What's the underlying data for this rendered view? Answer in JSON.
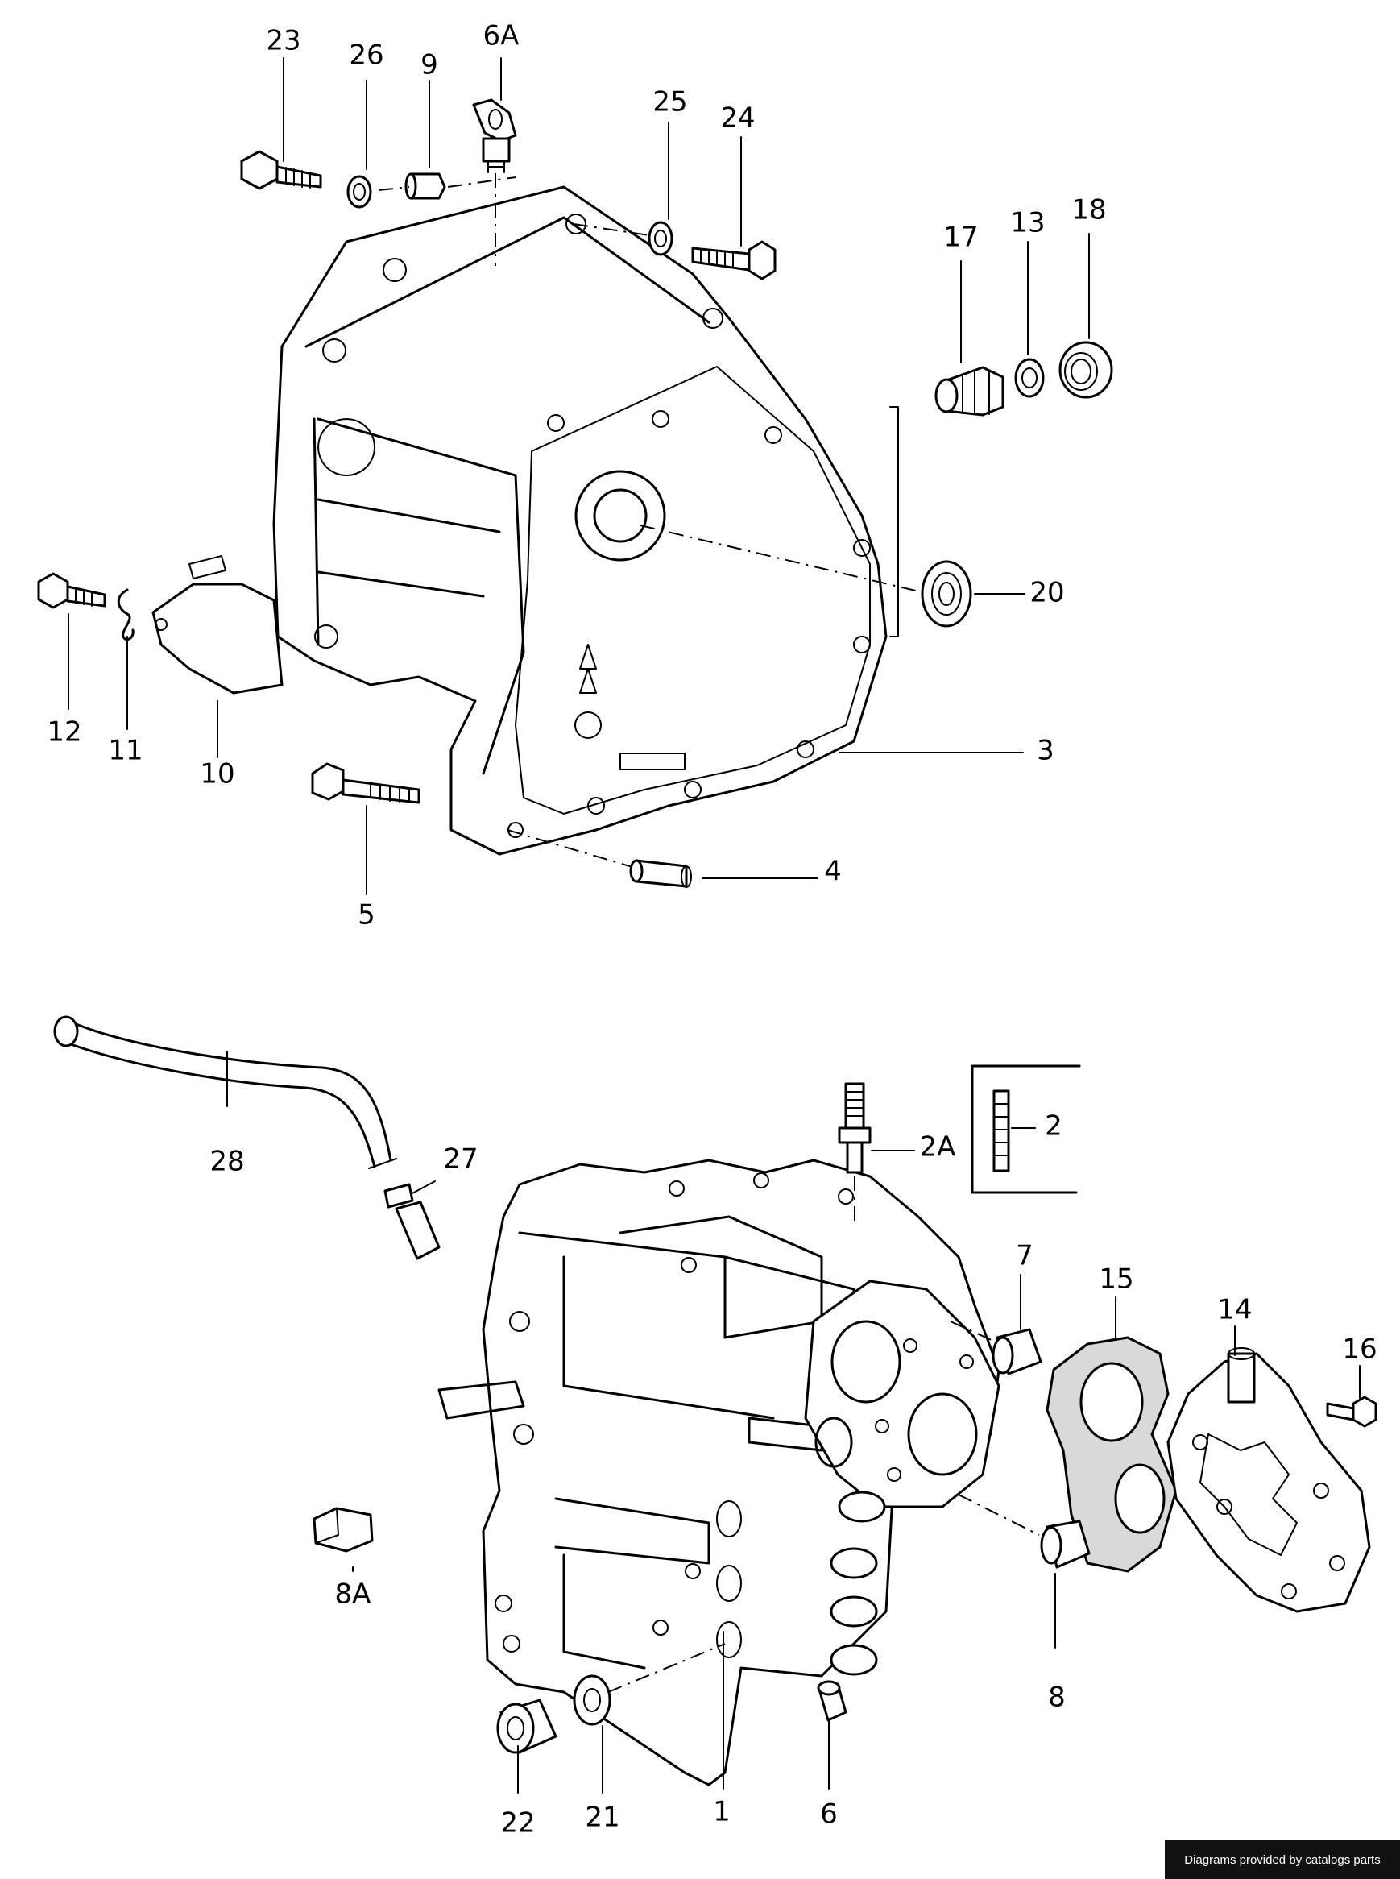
{
  "callouts": [
    {
      "id": "23",
      "label": "23"
    },
    {
      "id": "26",
      "label": "26"
    },
    {
      "id": "9",
      "label": "9"
    },
    {
      "id": "6A",
      "label": "6A"
    },
    {
      "id": "25",
      "label": "25"
    },
    {
      "id": "24",
      "label": "24"
    },
    {
      "id": "17",
      "label": "17"
    },
    {
      "id": "13",
      "label": "13"
    },
    {
      "id": "18",
      "label": "18"
    },
    {
      "id": "20",
      "label": "20"
    },
    {
      "id": "12",
      "label": "12"
    },
    {
      "id": "11",
      "label": "11"
    },
    {
      "id": "10",
      "label": "10"
    },
    {
      "id": "3",
      "label": "3"
    },
    {
      "id": "5",
      "label": "5"
    },
    {
      "id": "4",
      "label": "4"
    },
    {
      "id": "28",
      "label": "28"
    },
    {
      "id": "27",
      "label": "27"
    },
    {
      "id": "2A",
      "label": "2A"
    },
    {
      "id": "2",
      "label": "2"
    },
    {
      "id": "7",
      "label": "7"
    },
    {
      "id": "15",
      "label": "15"
    },
    {
      "id": "14",
      "label": "14"
    },
    {
      "id": "16",
      "label": "16"
    },
    {
      "id": "8A",
      "label": "8A"
    },
    {
      "id": "8",
      "label": "8"
    },
    {
      "id": "22",
      "label": "22"
    },
    {
      "id": "21",
      "label": "21"
    },
    {
      "id": "1",
      "label": "1"
    },
    {
      "id": "6",
      "label": "6"
    }
  ],
  "credit": "Diagrams provided by catalogs parts"
}
